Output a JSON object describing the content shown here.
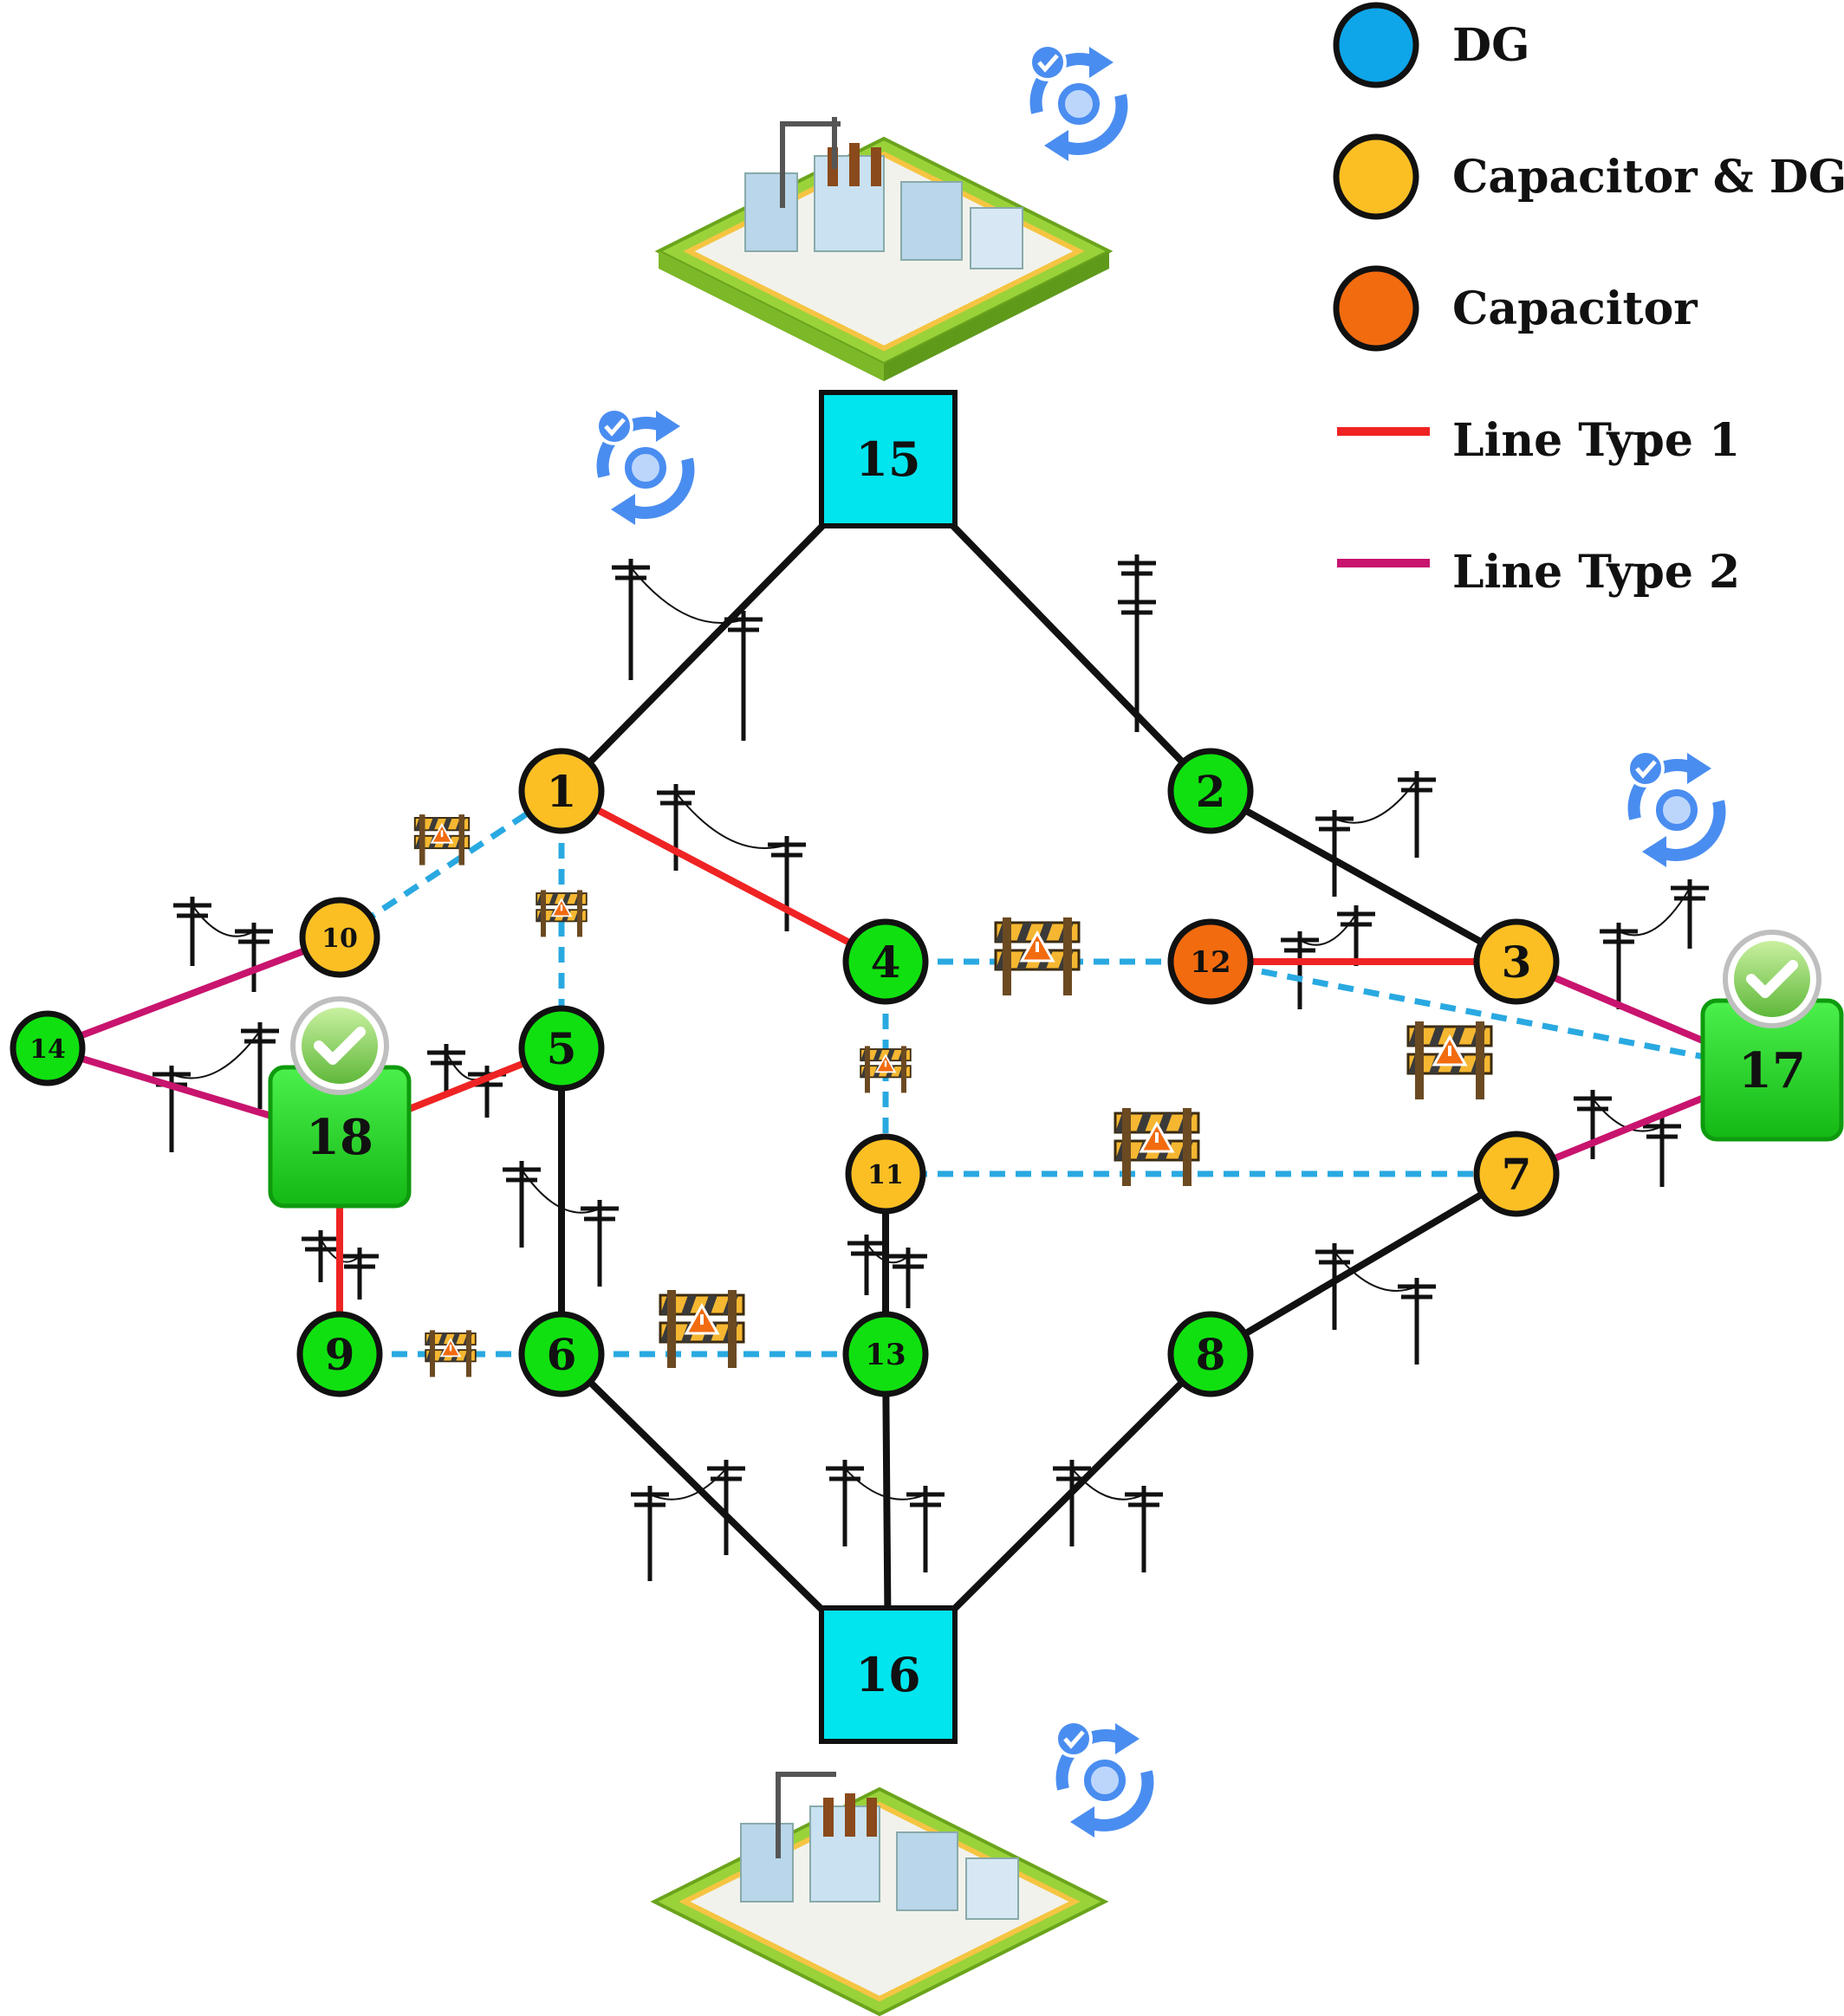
{
  "legend": [
    {
      "kind": "circle",
      "color": "#0ea5e9",
      "label": "DG"
    },
    {
      "kind": "circle",
      "color": "#fbbf24",
      "label": "Capacitor & DG"
    },
    {
      "kind": "circle",
      "color": "#f26b0f",
      "label": "Capacitor"
    },
    {
      "kind": "line",
      "color": "#ef2323",
      "label": "Line Type 1"
    },
    {
      "kind": "line",
      "color": "#c8146e",
      "label": "Line Type 2"
    }
  ],
  "colors": {
    "green_bus": "#10e010",
    "dg_cap_bus": "#fbbf24",
    "cap_bus": "#f26b0f",
    "substation": "#00e5ee",
    "line_black": "#111111",
    "line_type_1": "#ef2323",
    "line_type_2": "#c8146e",
    "tie_switch": "#29a9e1",
    "charging_station": "#22d322"
  },
  "substations": [
    {
      "id": "15",
      "label": "15"
    },
    {
      "id": "16",
      "label": "16"
    }
  ],
  "charging_stations": [
    {
      "id": "17",
      "label": "17"
    },
    {
      "id": "18",
      "label": "18"
    }
  ],
  "buses": [
    {
      "id": "1",
      "label": "1",
      "type": "dg_cap"
    },
    {
      "id": "2",
      "label": "2",
      "type": "green"
    },
    {
      "id": "3",
      "label": "3",
      "type": "dg_cap"
    },
    {
      "id": "4",
      "label": "4",
      "type": "green"
    },
    {
      "id": "5",
      "label": "5",
      "type": "green"
    },
    {
      "id": "6",
      "label": "6",
      "type": "green"
    },
    {
      "id": "7",
      "label": "7",
      "type": "dg_cap"
    },
    {
      "id": "8",
      "label": "8",
      "type": "green"
    },
    {
      "id": "9",
      "label": "9",
      "type": "green"
    },
    {
      "id": "10",
      "label": "10",
      "type": "dg_cap"
    },
    {
      "id": "11",
      "label": "11",
      "type": "dg_cap"
    },
    {
      "id": "12",
      "label": "12",
      "type": "cap"
    },
    {
      "id": "13",
      "label": "13",
      "type": "green"
    },
    {
      "id": "14",
      "label": "14",
      "type": "green"
    }
  ],
  "lines": [
    {
      "from": "15",
      "to": "1",
      "type": "black"
    },
    {
      "from": "15",
      "to": "2",
      "type": "black"
    },
    {
      "from": "2",
      "to": "3",
      "type": "black"
    },
    {
      "from": "1",
      "to": "4",
      "type": "type1"
    },
    {
      "from": "12",
      "to": "3",
      "type": "type1"
    },
    {
      "from": "3",
      "to": "17",
      "type": "type2"
    },
    {
      "from": "7",
      "to": "17",
      "type": "type2"
    },
    {
      "from": "14",
      "to": "10",
      "type": "type2"
    },
    {
      "from": "14",
      "to": "18",
      "type": "type2"
    },
    {
      "from": "18",
      "to": "5",
      "type": "type1"
    },
    {
      "from": "18",
      "to": "9",
      "type": "type1"
    },
    {
      "from": "5",
      "to": "6",
      "type": "black"
    },
    {
      "from": "11",
      "to": "13",
      "type": "black"
    },
    {
      "from": "13",
      "to": "16",
      "type": "black"
    },
    {
      "from": "6",
      "to": "16",
      "type": "black"
    },
    {
      "from": "8",
      "to": "16",
      "type": "black"
    },
    {
      "from": "7",
      "to": "8",
      "type": "black"
    }
  ],
  "tie_lines": [
    {
      "from": "10",
      "to": "1"
    },
    {
      "from": "1",
      "to": "5"
    },
    {
      "from": "4",
      "to": "12"
    },
    {
      "from": "12",
      "to": "17"
    },
    {
      "from": "4",
      "to": "11"
    },
    {
      "from": "11",
      "to": "7"
    },
    {
      "from": "9",
      "to": "6"
    },
    {
      "from": "6",
      "to": "13"
    }
  ]
}
